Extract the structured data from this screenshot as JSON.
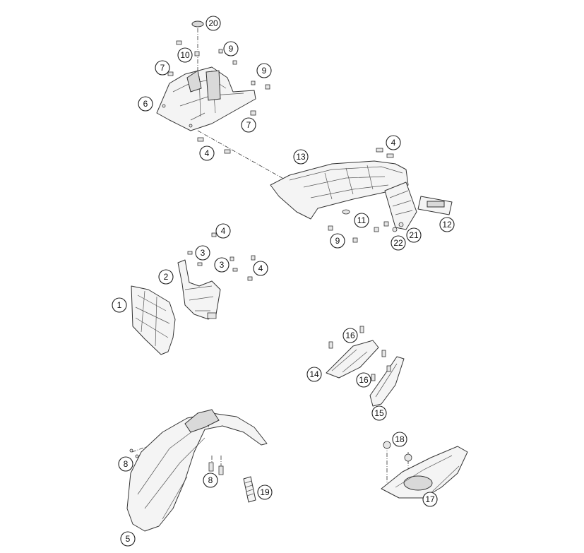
{
  "callouts": [
    {
      "label": "20"
    },
    {
      "label": "10"
    },
    {
      "label": "9"
    },
    {
      "label": "7"
    },
    {
      "label": "9"
    },
    {
      "label": "6"
    },
    {
      "label": "7"
    },
    {
      "label": "4"
    },
    {
      "label": "13"
    },
    {
      "label": "4"
    },
    {
      "label": "12"
    },
    {
      "label": "11"
    },
    {
      "label": "21"
    },
    {
      "label": "22"
    },
    {
      "label": "9"
    },
    {
      "label": "4"
    },
    {
      "label": "3"
    },
    {
      "label": "2"
    },
    {
      "label": "3"
    },
    {
      "label": "4"
    },
    {
      "label": "1"
    },
    {
      "label": "16"
    },
    {
      "label": "14"
    },
    {
      "label": "16"
    },
    {
      "label": "15"
    },
    {
      "label": "18"
    },
    {
      "label": "8"
    },
    {
      "label": "8"
    },
    {
      "label": "19"
    },
    {
      "label": "17"
    },
    {
      "label": "5"
    }
  ],
  "colors": {
    "line": "#333333",
    "fill": "#f4f4f4",
    "background": "#ffffff"
  }
}
